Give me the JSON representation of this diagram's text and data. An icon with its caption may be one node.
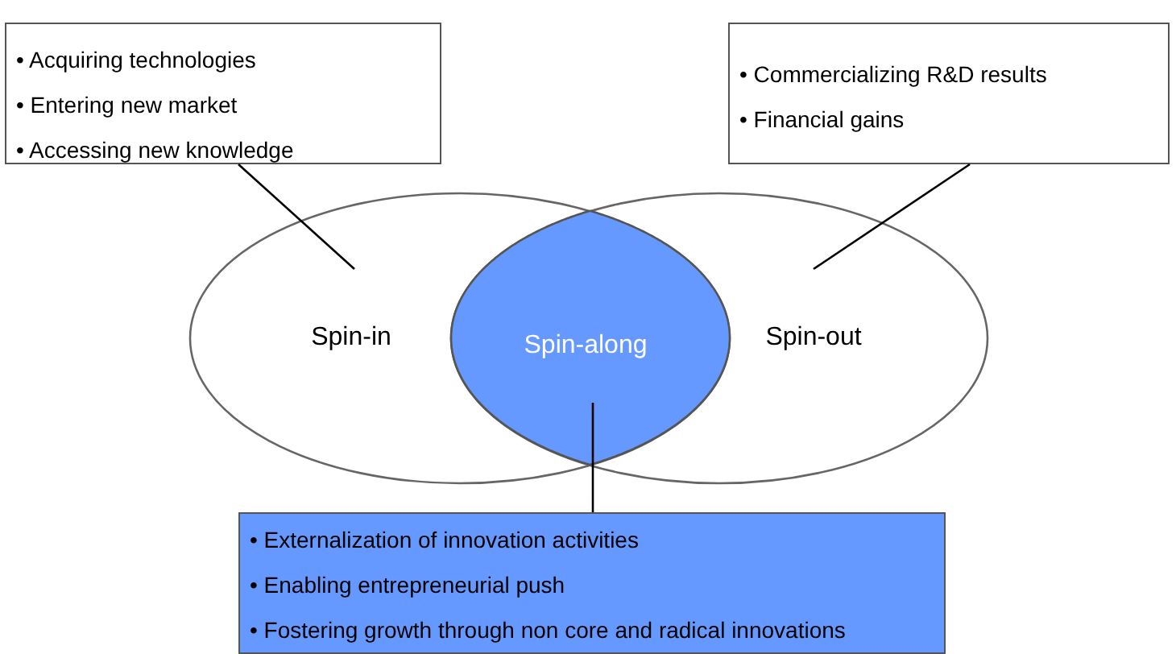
{
  "diagram": {
    "nodes": [
      {
        "text": [
          "• Acquiring technologies",
          "• Entering new market",
          "• Accessing new knowledge"
        ]
      },
      {
        "text": [
          "• Commercializing R&D results",
          "• Financial gains"
        ]
      },
      {
        "text": [
          "Spin-in"
        ]
      },
      {
        "text": [
          "Spin-out"
        ]
      },
      {
        "text": [
          "Spin-along"
        ]
      },
      {
        "text": [
          "• Externalization of innovation activities",
          "• Enabling entrepreneurial push",
          "• Fostering growth through non core and radical innovations"
        ]
      }
    ],
    "edges": [
      {
        "from": 0,
        "to": 2,
        "arrow": "none"
      },
      {
        "from": 1,
        "to": 3,
        "arrow": "none"
      },
      {
        "from": 4,
        "to": 5,
        "arrow": "none"
      }
    ]
  }
}
